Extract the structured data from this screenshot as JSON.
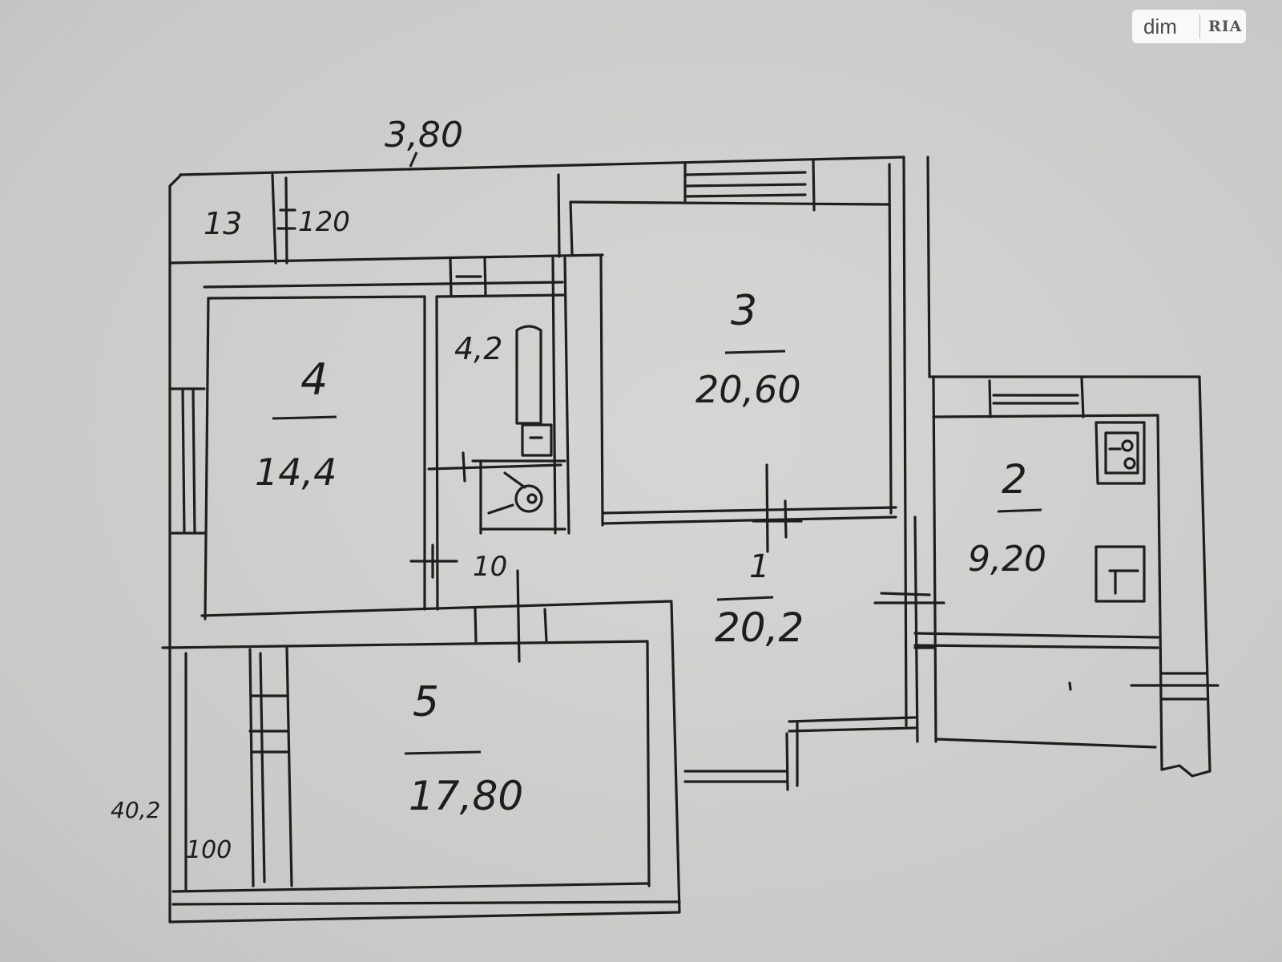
{
  "watermark": {
    "left": "dim",
    "right": "RIA"
  },
  "plan": {
    "dimension_top": "3,80",
    "dimension_left": "40,2",
    "labels": {
      "room_13": "13",
      "room_120": "120",
      "room_4": "4",
      "room_4_area": "14,4",
      "room_42": "4,2",
      "room_3": "3",
      "room_3_area": "20,60",
      "room_10": "10",
      "room_1": "1",
      "room_1_area": "20,2",
      "room_2": "2",
      "room_2_area": "9,20",
      "room_5": "5",
      "room_5_area": "17,80",
      "room_100": "100"
    }
  }
}
